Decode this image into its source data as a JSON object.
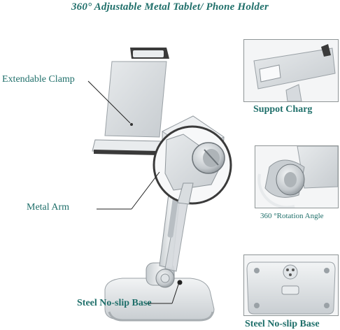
{
  "title": "360° Adjustable Metal Tablet/ Phone Holder",
  "callouts": {
    "extendable_clamp": "Extendable Clamp",
    "metal_arm": "Metal Arm",
    "steel_base_main": "Steel No-slip Base"
  },
  "panels": {
    "support_charge": "Suppot Charg",
    "rotation_angle": "360 °Rotation Angle",
    "steel_base_detail": "Steel No-slip Base"
  },
  "colors": {
    "label_text": "#1f6f6a",
    "metal_light": "#e9ecee",
    "metal_mid": "#c9ced2",
    "metal_dark": "#8f969b",
    "rubber": "#3a3a3a",
    "leader_line": "#222222"
  }
}
